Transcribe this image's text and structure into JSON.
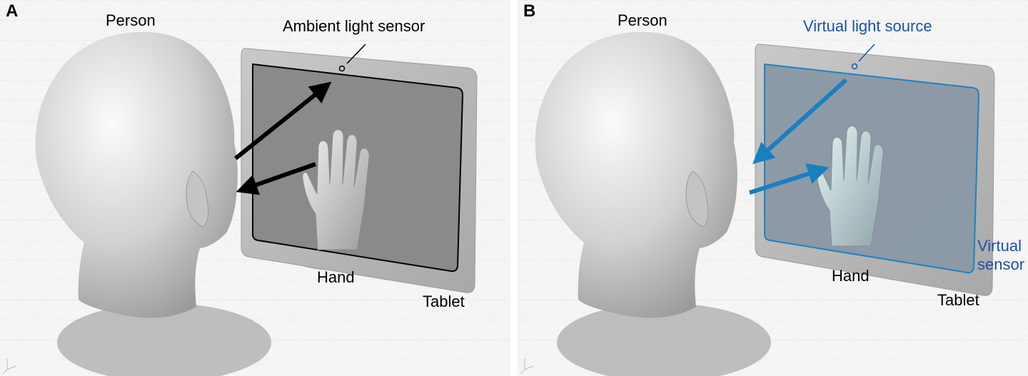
{
  "panels": [
    {
      "letter": "A",
      "labels": {
        "person": "Person",
        "sensor": "Ambient light sensor",
        "hand": "Hand",
        "tablet": "Tablet"
      },
      "icons": [
        "head-icon",
        "hand-icon",
        "tablet-icon",
        "arrow-icon"
      ]
    },
    {
      "letter": "B",
      "labels": {
        "person": "Person",
        "source": "Virtual light source",
        "hand": "Hand",
        "tablet": "Tablet",
        "vsensor_line1": "Virtual",
        "vsensor_line2": "sensor"
      },
      "icons": [
        "head-icon",
        "hand-icon",
        "tablet-icon",
        "arrow-icon"
      ]
    }
  ],
  "colors": {
    "background": "#f4f4f4",
    "grid": "#e3e3e3",
    "screen_a": "#8a8a8a",
    "screen_b": "#8b98a6",
    "arrow_a": "#000000",
    "arrow_b": "#1a7fc1",
    "blue_text": "#1a52a8"
  }
}
